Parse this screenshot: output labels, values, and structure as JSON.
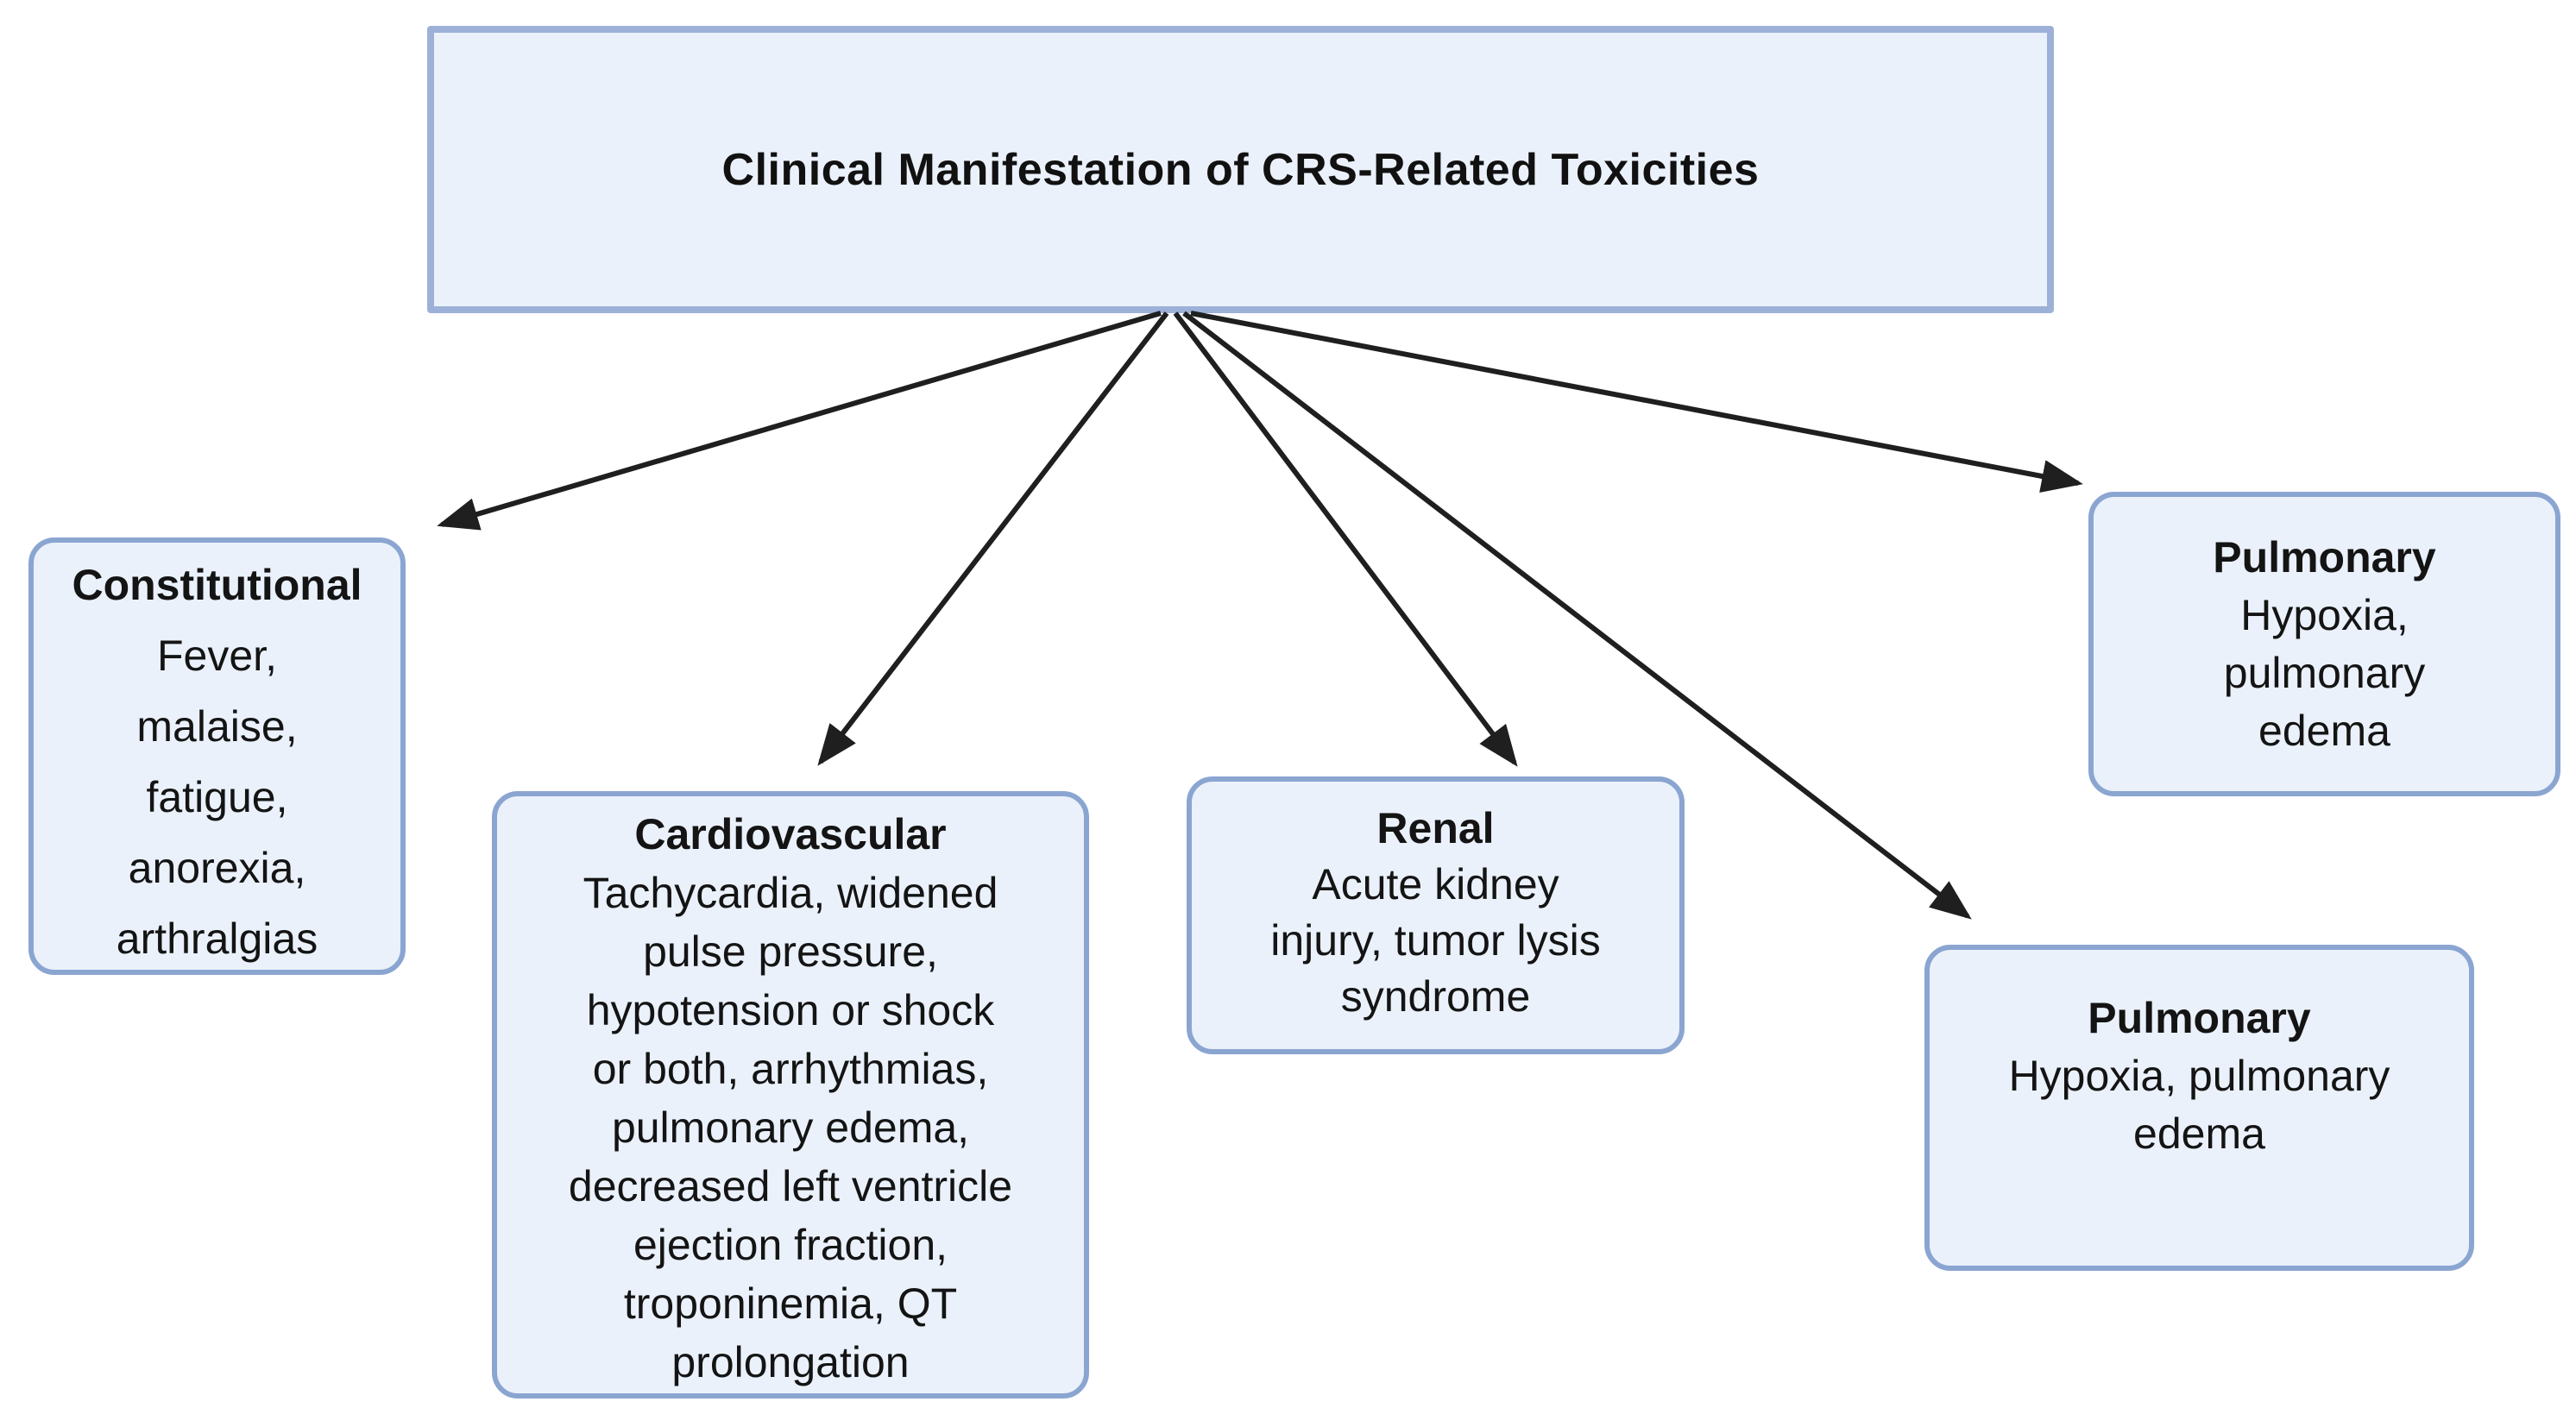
{
  "diagram": {
    "title": "Clinical Manifestation of CRS-Related Toxicities",
    "nodes": [
      {
        "id": "constitutional",
        "heading": "Constitutional",
        "body": "Fever,\nmalaise,\nfatigue,\nanorexia,\narthralgias"
      },
      {
        "id": "cardiovascular",
        "heading": "Cardiovascular",
        "body": "Tachycardia, widened\npulse pressure,\nhypotension or shock\nor both, arrhythmias,\npulmonary edema,\ndecreased left ventricle\nejection fraction,\ntroponinemia, QT\nprolongation"
      },
      {
        "id": "renal",
        "heading": "Renal",
        "body": "Acute kidney\ninjury, tumor lysis\nsyndrome"
      },
      {
        "id": "pulmonary-upper",
        "heading": "Pulmonary",
        "body": "Hypoxia,\npulmonary\nedema"
      },
      {
        "id": "pulmonary-lower",
        "heading": "Pulmonary",
        "body": "Hypoxia, pulmonary\nedema"
      }
    ],
    "colors": {
      "background": "#ffffff",
      "node_fill": "#eaf1fb",
      "node_border": "#8ba5d1",
      "title_fill": "#ebf1fa",
      "title_border": "#9db1d8",
      "arrow": "#1f1f1f",
      "text": "#131313"
    }
  }
}
